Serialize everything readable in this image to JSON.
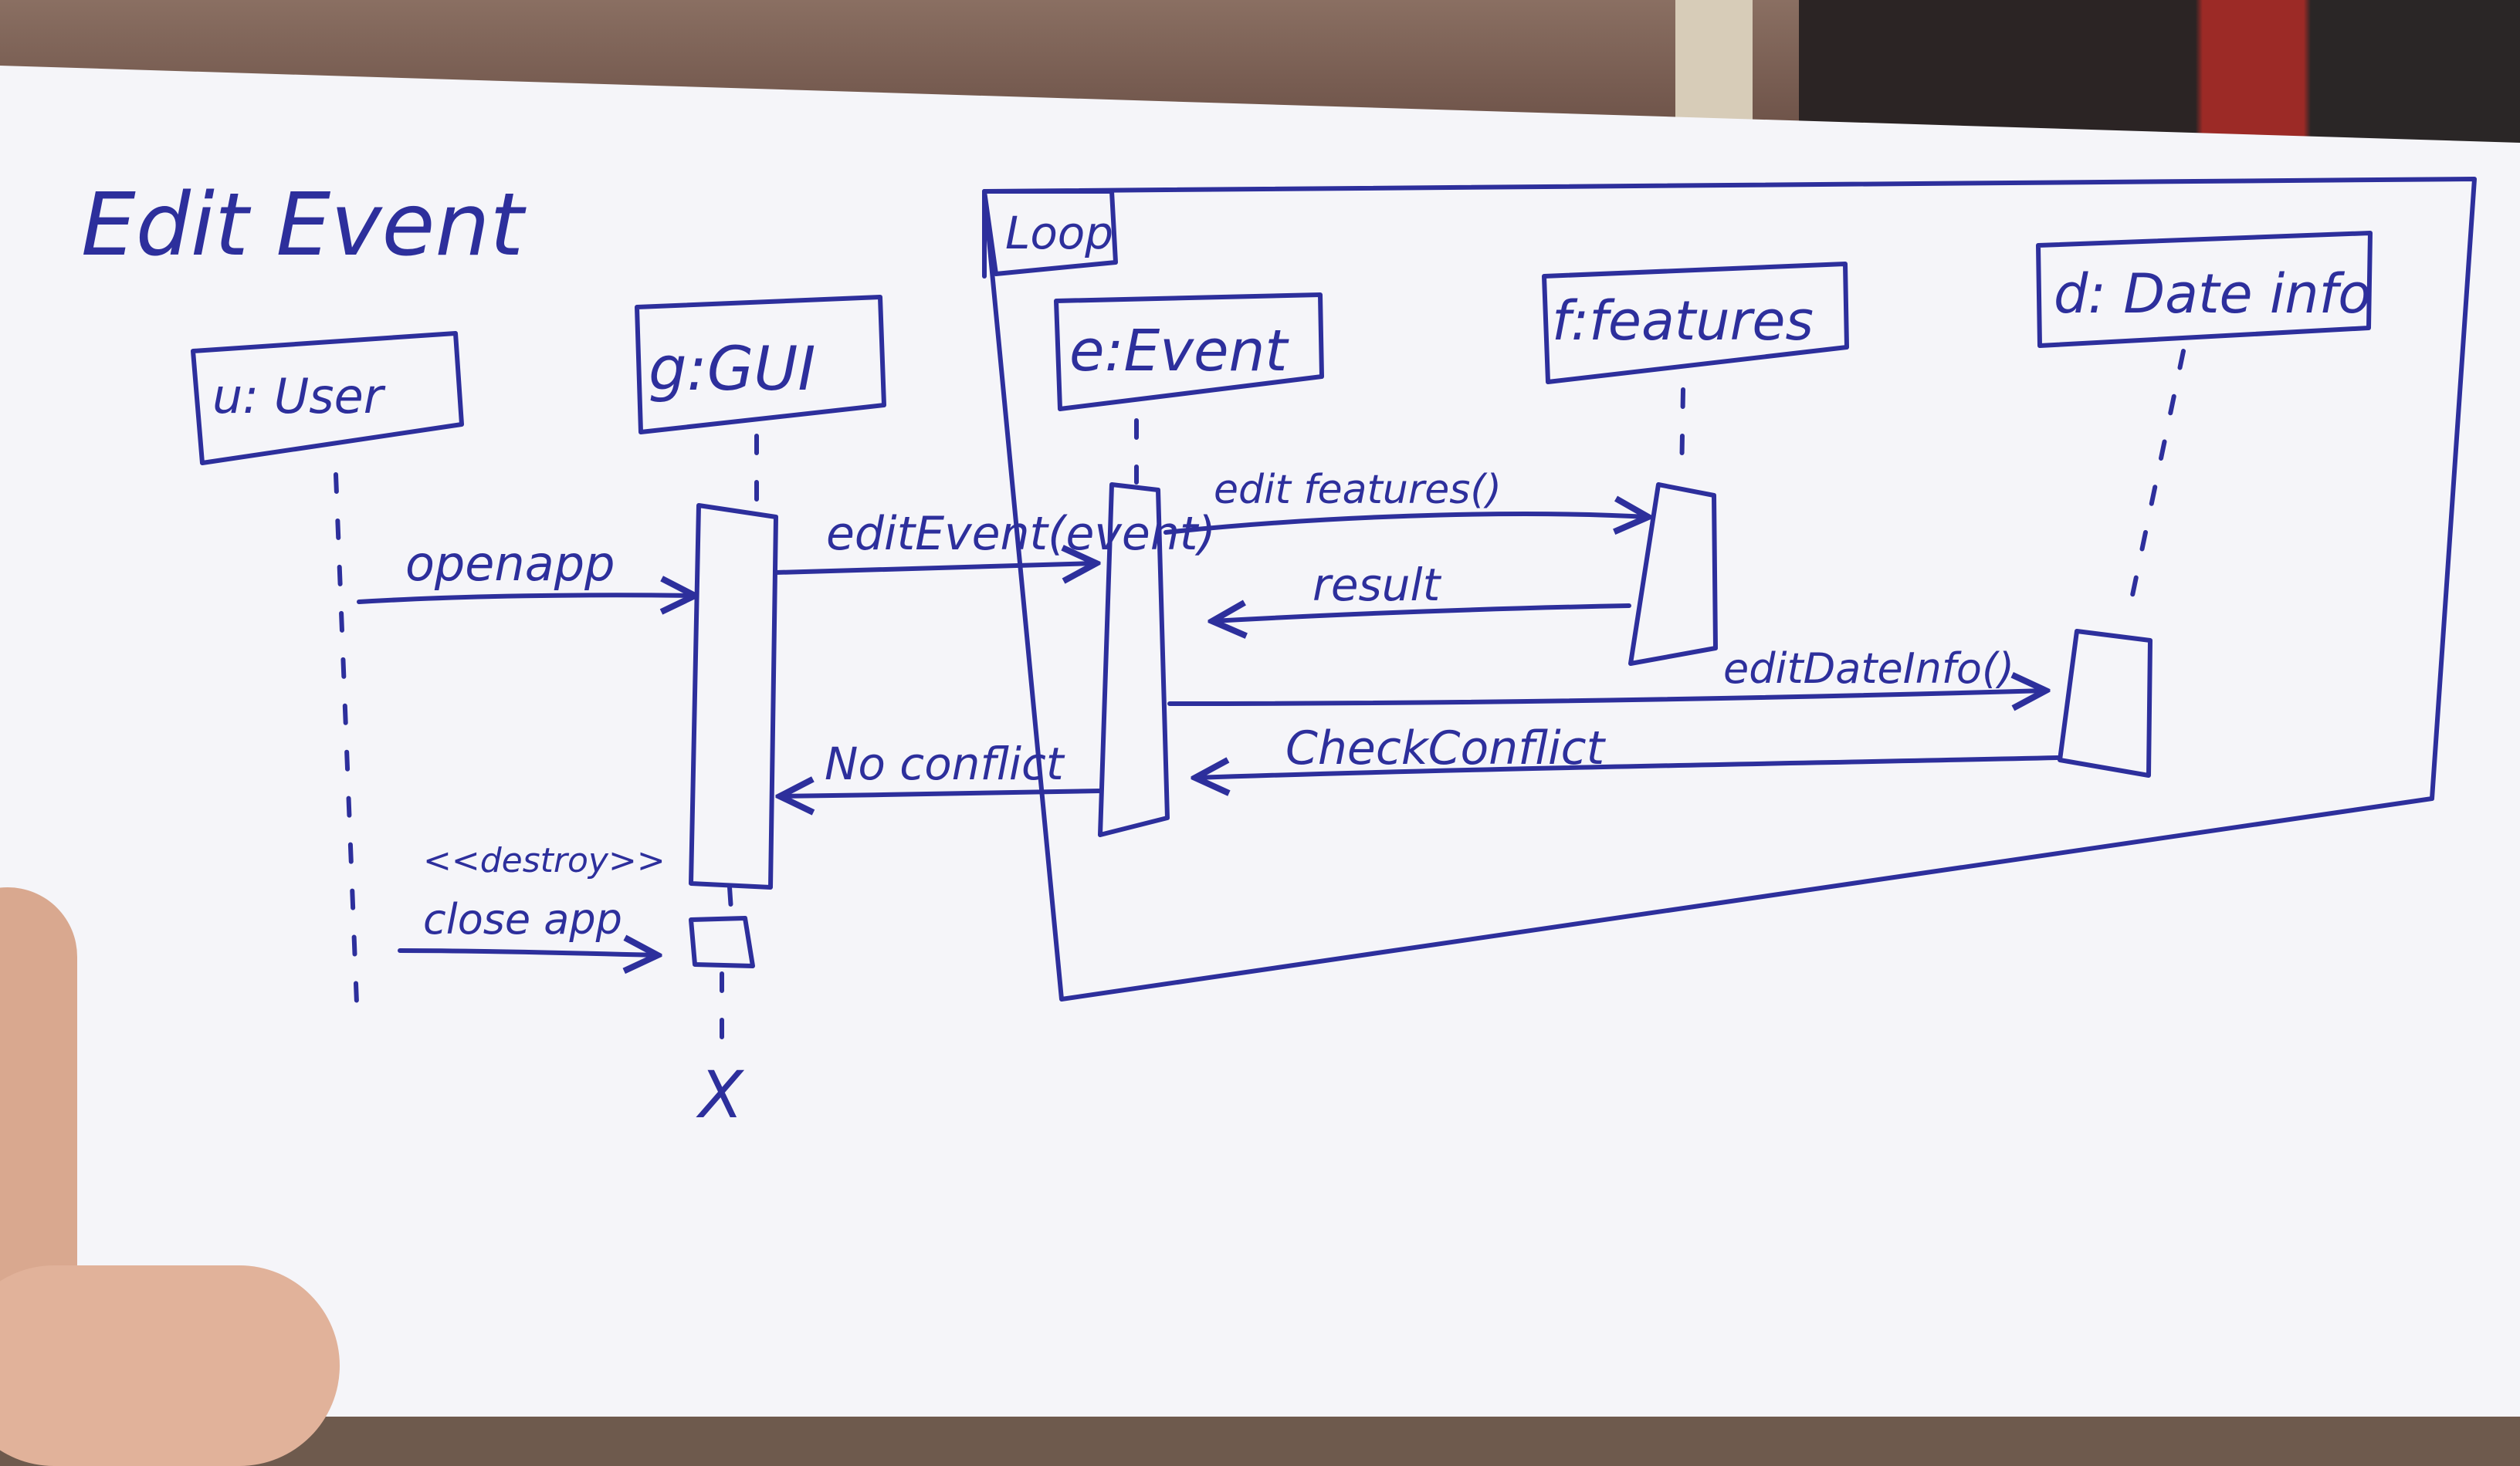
{
  "title": "Edit Event",
  "fragment": {
    "label": "Loop"
  },
  "lifelines": {
    "user": "u: User",
    "gui": "g:GUI",
    "event": "e:Event",
    "features": "f:features",
    "dateinfo": "d: Date info"
  },
  "messages": {
    "open_app": "openapp",
    "edit_event": "editEvent(event)",
    "edit_features": "edit features()",
    "result": "result",
    "edit_date_info": "editDateInfo()",
    "check_conflict": "CheckConflict",
    "no_conflict": "No conflict",
    "destroy_stereotype": "<<destroy>>",
    "close_app": "close app"
  },
  "destroy_marker": "X",
  "colors": {
    "ink": "#2d2f9c",
    "paper": "#f6f6fa"
  }
}
